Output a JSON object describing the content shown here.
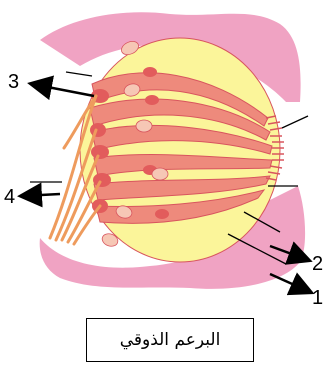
{
  "caption": "البرعم الذوقي",
  "labels": [
    "1",
    "2",
    "3",
    "4"
  ],
  "colors": {
    "epithelium": "#f0a3c3",
    "supporting_cell": "#fbf59a",
    "gustatory_cell": "#ee8a7c",
    "nucleus": "#f6c7b5",
    "nerve_fiber": "#ee9b5d",
    "outline": "#d8555e"
  }
}
